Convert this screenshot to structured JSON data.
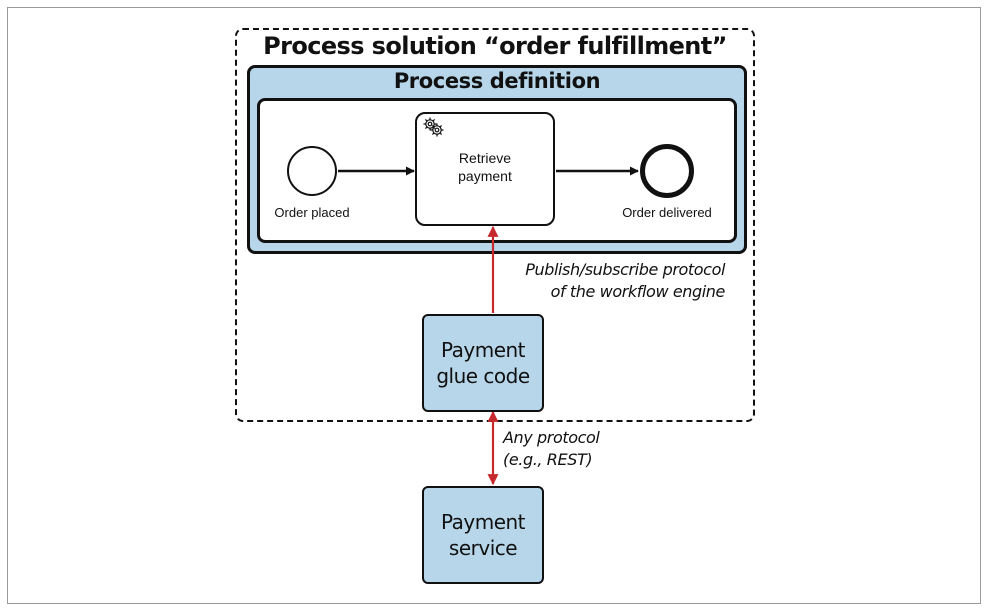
{
  "solution": {
    "title": "Process solution “order fulfillment”"
  },
  "process_definition": {
    "title": "Process definition"
  },
  "events": {
    "start_label": "Order placed",
    "end_label": "Order delivered"
  },
  "task": {
    "line1": "Retrieve",
    "line2": "payment",
    "icon": "gear-icon"
  },
  "protocols": {
    "pubsub_line1": "Publish/subscribe protocol",
    "pubsub_line2": "of the workflow engine",
    "any_line1": "Any protocol",
    "any_line2": "(e.g., REST)"
  },
  "glue_code": {
    "line1": "Payment",
    "line2": "glue code"
  },
  "service": {
    "line1": "Payment",
    "line2": "service"
  },
  "colors": {
    "box_fill": "#b7d6ea",
    "arrow_red": "#c8292f",
    "stroke": "#111111"
  }
}
